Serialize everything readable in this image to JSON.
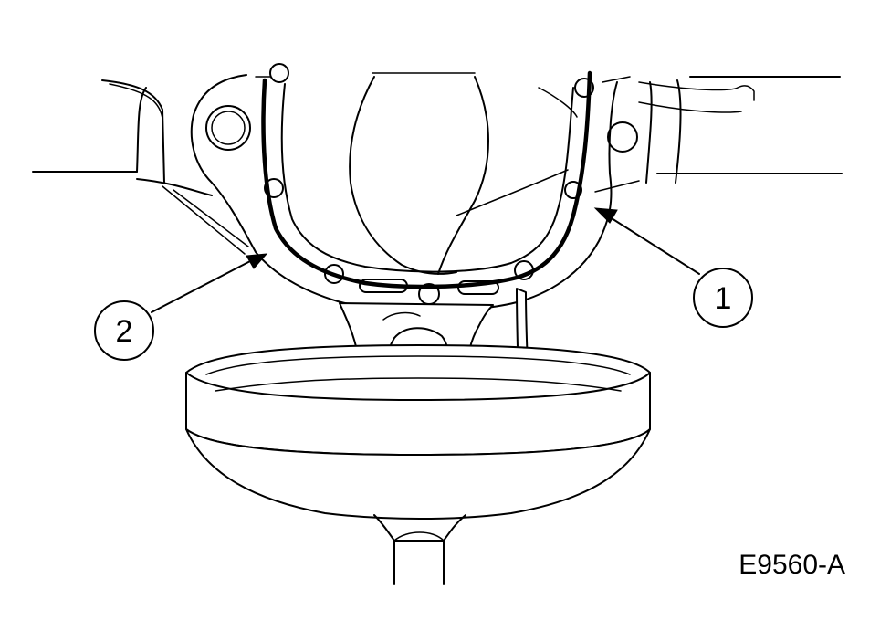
{
  "figure": {
    "id_label": "E9560-A"
  },
  "callouts": [
    {
      "number": "1"
    },
    {
      "number": "2"
    }
  ]
}
